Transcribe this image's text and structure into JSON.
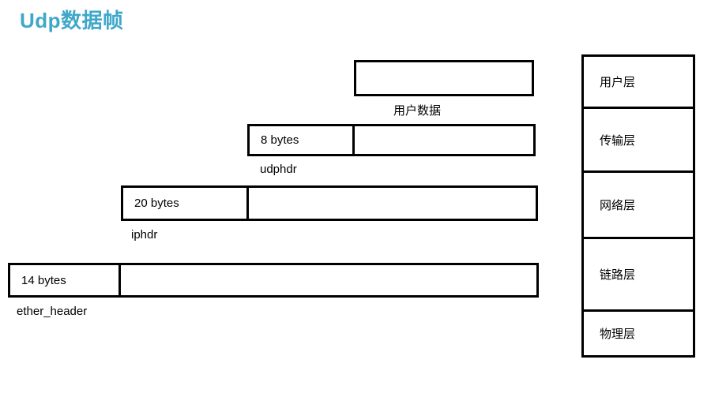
{
  "title": "Udp数据帧",
  "colors": {
    "title_blue": "#3FA7C9",
    "line_black": "#000000",
    "background": "#FFFFFF"
  },
  "diagram": {
    "rows": [
      {
        "name": "user_data",
        "size_label": "",
        "caption": "用户数据"
      },
      {
        "name": "udp_header",
        "size_label": "8 bytes",
        "caption": "udphdr"
      },
      {
        "name": "ip_header",
        "size_label": "20 bytes",
        "caption": "iphdr"
      },
      {
        "name": "ether_header",
        "size_label": "14 bytes",
        "caption": "ether_header"
      }
    ],
    "layers": [
      {
        "label": "用户层"
      },
      {
        "label": "传输层"
      },
      {
        "label": "网络层"
      },
      {
        "label": "链路层"
      },
      {
        "label": "物理层"
      }
    ]
  }
}
